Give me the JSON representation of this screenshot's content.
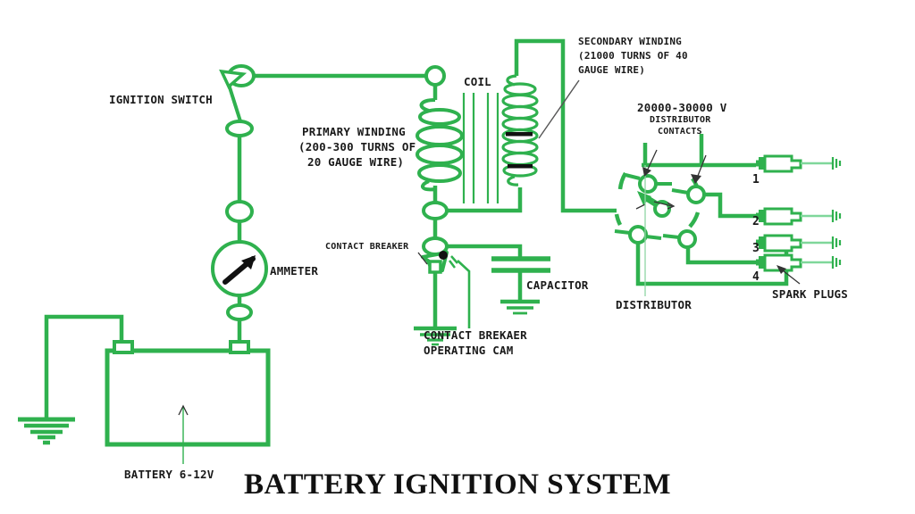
{
  "title": "BATTERY IGNITION SYSTEM",
  "colors": {
    "wire_green": "#2fb14e",
    "wire_green_light": "#7fd79a",
    "text_black": "#1a1a1a",
    "background": "#ffffff"
  },
  "labels": {
    "ignition_switch": "IGNITION SWITCH",
    "primary_winding_line1": "PRIMARY WINDING",
    "primary_winding_line2": "(200-300 TURNS OF",
    "primary_winding_line3": "20 GAUGE WIRE)",
    "coil": "COIL",
    "secondary_winding_line1": "SECONDARY WINDING",
    "secondary_winding_line2": "(21000 TURNS OF 40",
    "secondary_winding_line3": "GAUGE WIRE)",
    "voltage": "20000-30000 V",
    "distributor_contacts_line1": "DISTRIBUTOR",
    "distributor_contacts_line2": "CONTACTS",
    "distributor": "DISTRIBUTOR",
    "spark_plugs": "SPARK PLUGS",
    "ammeter": "AMMETER",
    "contact_breaker": "CONTACT BREAKER",
    "capacitor": "CAPACITOR",
    "operating_cam_line1": "CONTACT BREKAER",
    "operating_cam_line2": "OPERATING CAM",
    "battery": "BATTERY 6-12V"
  },
  "spark_plugs": [
    {
      "number": "1"
    },
    {
      "number": "2"
    },
    {
      "number": "3"
    },
    {
      "number": "4"
    }
  ],
  "components": {
    "battery_voltage": "6-12V",
    "primary_turns": "200-300",
    "primary_gauge": "20",
    "secondary_turns": "21000",
    "secondary_gauge": "40",
    "output_voltage": "20000-30000 V",
    "plug_count": "4"
  }
}
